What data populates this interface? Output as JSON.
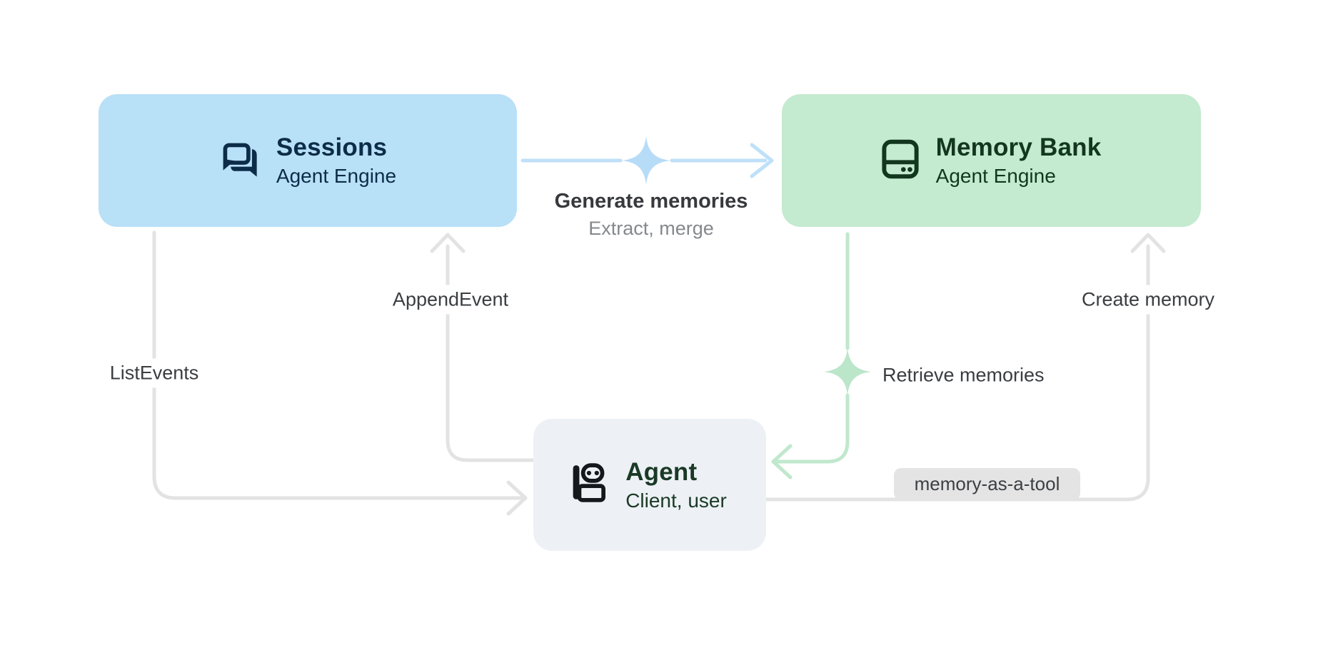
{
  "diagram": {
    "nodes": {
      "sessions": {
        "title": "Sessions",
        "subtitle": "Agent Engine",
        "bg_color": "#b8e0f7",
        "text_color": "#0c2c47",
        "icon": "chat-forum-icon"
      },
      "memory_bank": {
        "title": "Memory Bank",
        "subtitle": "Agent Engine",
        "bg_color": "#c4ead0",
        "text_color": "#12371e",
        "icon": "storage-icon"
      },
      "agent": {
        "title": "Agent",
        "subtitle": "Client, user",
        "bg_color": "#edf1f5",
        "text_color": "#1a3a26",
        "icon": "robot-icon"
      }
    },
    "edges": {
      "generate_memories": {
        "label": "Generate memories",
        "sublabel": "Extract, merge",
        "from": "Sessions",
        "to": "Memory Bank",
        "color": "#bfe0f9",
        "decoration": "sparkle-icon"
      },
      "append_event": {
        "label": "AppendEvent",
        "from": "Agent",
        "to": "Sessions",
        "color": "#e3e3e3"
      },
      "list_events": {
        "label": "ListEvents",
        "from": "Sessions",
        "to": "Agent",
        "color": "#e3e3e3"
      },
      "retrieve_memories": {
        "label": "Retrieve memories",
        "from": "Memory Bank",
        "to": "Agent",
        "color": "#c0e8cd",
        "decoration": "sparkle-icon"
      },
      "create_memory": {
        "label": "Create memory",
        "badge": "memory-as-a-tool",
        "from": "Agent",
        "to": "Memory Bank",
        "color": "#e3e3e3"
      }
    }
  }
}
